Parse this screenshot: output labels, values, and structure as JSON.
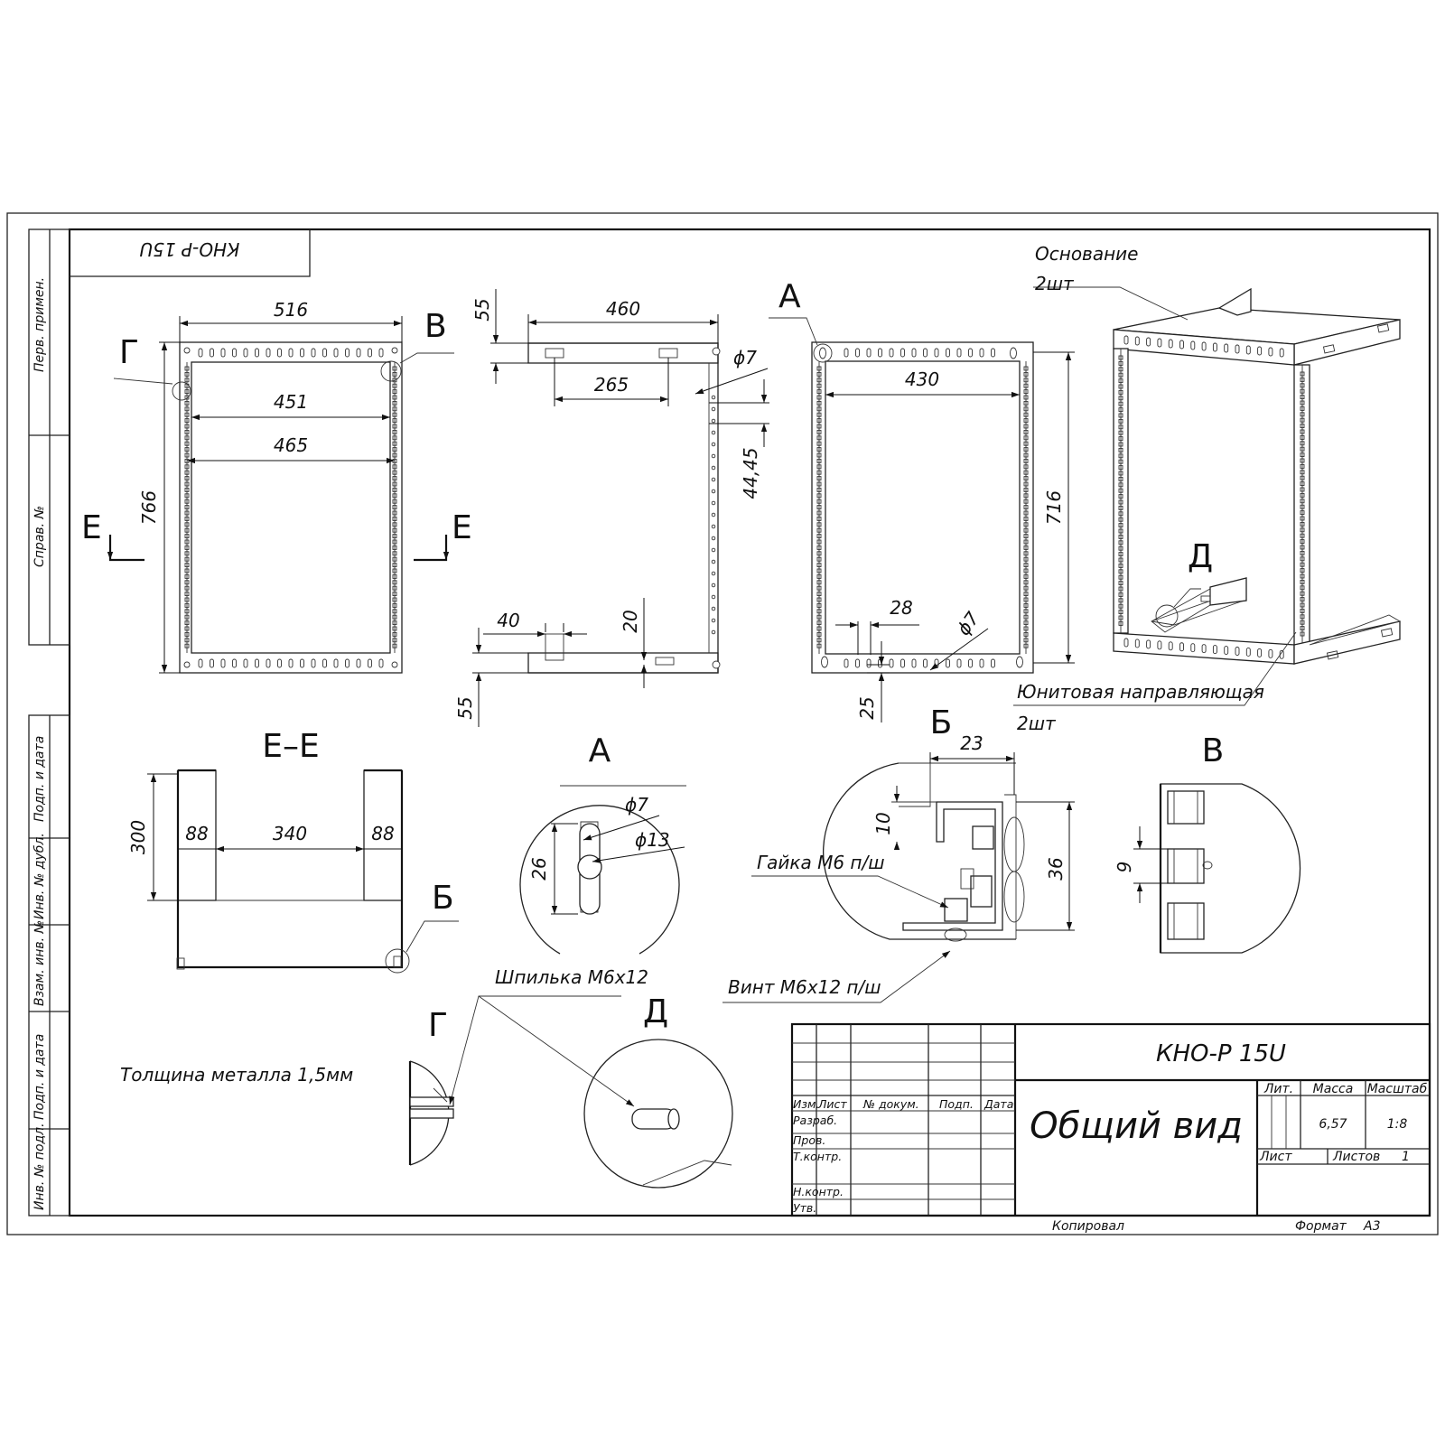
{
  "stamp": "КНО-Р 15U",
  "side_strip": {
    "first_use": "Перв. примен.",
    "reference_no": "Справ. №",
    "sign_date_1": "Подп. и дата",
    "dup_inv": "Инв. № дубл.",
    "replace_inv": "Взам. инв. №",
    "sign_date_2": "Подп. и дата",
    "orig_inv": "Инв. № подл."
  },
  "views": {
    "front": {
      "dim_width_outer": "516",
      "dim_width_inner_451": "451",
      "dim_width_inner_465": "465",
      "dim_height": "766",
      "label_g": "Г",
      "label_v": "В",
      "label_e_left": "Е",
      "label_e_right": "Е"
    },
    "side": {
      "dim_55_top": "55",
      "dim_460": "460",
      "dim_265": "265",
      "dim_phi7": "ϕ7",
      "dim_44_45": "44,45",
      "dim_40": "40",
      "dim_20": "20",
      "dim_55_bottom": "55"
    },
    "rear": {
      "label_a": "А",
      "dim_430": "430",
      "dim_716": "716",
      "dim_28": "28",
      "dim_phi7": "ϕ7",
      "dim_25": "25"
    },
    "iso": {
      "callout_base": "Основание",
      "callout_base_qty": "2шт",
      "callout_rail": "Юнитовая направляющая",
      "callout_rail_qty": "2шт",
      "label_d": "Д"
    },
    "section_ee": {
      "title": "Е–Е",
      "dim_300": "300",
      "dim_88_left": "88",
      "dim_340": "340",
      "dim_88_right": "88",
      "label_b": "Б"
    },
    "detail_a": {
      "title": "А",
      "dim_phi7": "ϕ7",
      "dim_phi13": "ϕ13",
      "dim_26": "26"
    },
    "detail_b": {
      "title": "Б",
      "dim_23": "23",
      "dim_10": "10",
      "dim_36": "36",
      "callout_nut": "Гайка М6 п/ш",
      "callout_screw": "Винт М6х12 п/ш"
    },
    "detail_v": {
      "title": "В",
      "dim_9": "9"
    },
    "detail_g": {
      "title": "Г"
    },
    "detail_d": {
      "title": "Д",
      "callout_stud": "Шпилька М6х12"
    }
  },
  "note_thickness": "Толщина металла 1,5мм",
  "title_block": {
    "designation": "КНО-Р 15U",
    "name": "Общий вид",
    "col_change": "Изм.",
    "col_sheet": "Лист",
    "col_doc_no": "№ докум.",
    "col_sign": "Подп.",
    "col_date": "Дата",
    "row_developed": "Разраб.",
    "row_checked": "Пров.",
    "row_tech_control": "Т.контр.",
    "row_norm_control": "Н.контр.",
    "row_approved": "Утв.",
    "lit_label": "Лит.",
    "mass_label": "Масса",
    "scale_label": "Масштаб",
    "mass_value": "6,57",
    "scale_value": "1:8",
    "sheet_label": "Лист",
    "sheets_label": "Листов",
    "sheets_value": "1",
    "copied": "Копировал",
    "format_label": "Формат",
    "format_value": "А3"
  }
}
